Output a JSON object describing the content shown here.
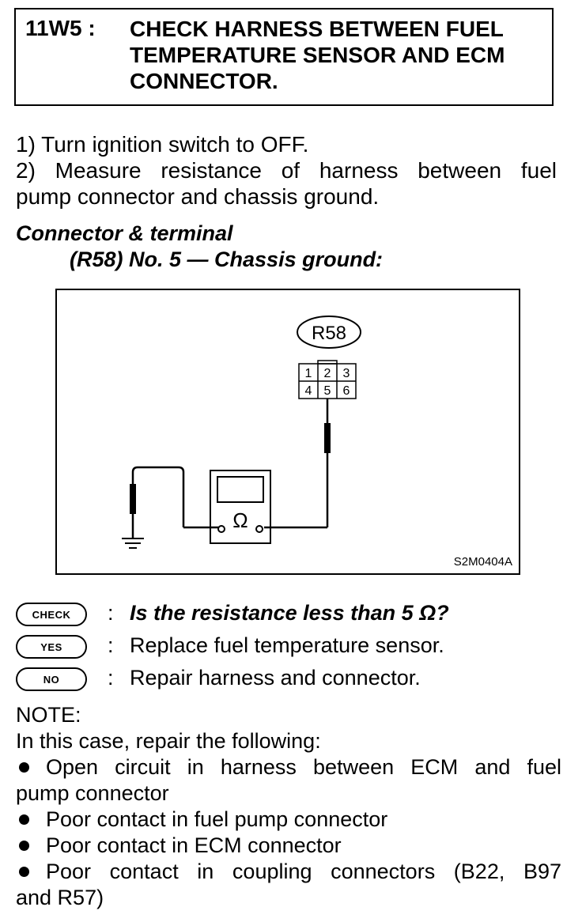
{
  "header": {
    "step_id": "11W5 :",
    "title": "CHECK HARNESS BETWEEN FUEL TEMPERATURE SENSOR AND ECM CONNECTOR."
  },
  "steps": [
    "1) Turn ignition switch to OFF.",
    "2) Measure resistance of harness between fuel",
    "pump connector and chassis ground."
  ],
  "connector": {
    "label": "Connector & terminal",
    "detail": "(R58) No. 5 — Chassis ground:"
  },
  "diagram": {
    "connector_name": "R58",
    "pins": [
      "1",
      "2",
      "3",
      "4",
      "5",
      "6"
    ],
    "meter_symbol": "Ω",
    "figure_code": "S2M0404A"
  },
  "check": {
    "check_badge": "CHECK",
    "yes_badge": "YES",
    "no_badge": "NO",
    "colon": ":",
    "question": "Is the resistance less than 5 Ω?",
    "yes_action": "Replace fuel temperature sensor.",
    "no_action": "Repair harness and connector."
  },
  "note": {
    "heading": "NOTE:",
    "intro": "In this case, repair the following:",
    "items": [
      "Open circuit in harness between ECM and fuel",
      "Poor contact in fuel pump connector",
      "Poor contact in ECM connector",
      "Poor contact in coupling connectors (B22, B97"
    ],
    "item0_cont": "pump connector",
    "item3_cont": "and R57)"
  }
}
